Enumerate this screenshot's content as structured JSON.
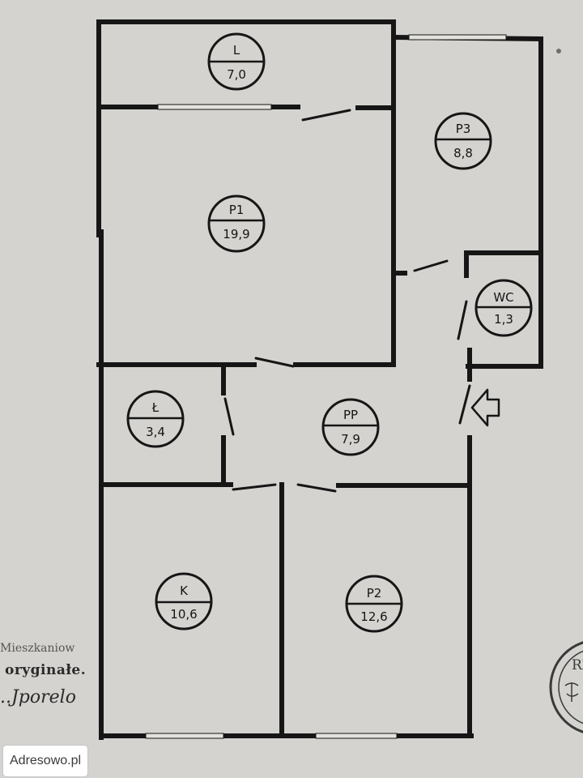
{
  "rooms": [
    {
      "id": "L",
      "name": "L",
      "area": "7,0"
    },
    {
      "id": "P3",
      "name": "P3",
      "area": "8,8"
    },
    {
      "id": "P1",
      "name": "P1",
      "area": "19,9"
    },
    {
      "id": "WC",
      "name": "WC",
      "area": "1,3"
    },
    {
      "id": "LAZ",
      "name": "Ł",
      "area": "3,4"
    },
    {
      "id": "PP",
      "name": "PP",
      "area": "7,9"
    },
    {
      "id": "K",
      "name": "K",
      "area": "10,6"
    },
    {
      "id": "P2",
      "name": "P2",
      "area": "12,6"
    }
  ],
  "margin_text": {
    "line1": "Mieszkaniow",
    "line2": "oryginałe.",
    "signature": "..Jporelo"
  },
  "stamp_text": "RZ",
  "watermark": "Adresowo.pl",
  "colors": {
    "paper": "#d4d3d0",
    "ink": "#161616"
  },
  "icons": {
    "entrance": "entrance-arrow-icon"
  }
}
